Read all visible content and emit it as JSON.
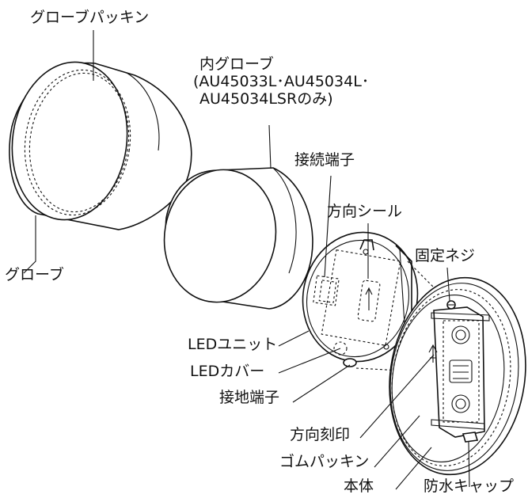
{
  "labels": {
    "glove_packing": "グローブパッキン",
    "inner_globe_title": "内グローブ",
    "inner_globe_note_1": "(AU45033L･AU45034L･",
    "inner_globe_note_2": "AU45034LSRのみ)",
    "connection_terminal": "接続端子",
    "direction_seal": "方向シール",
    "fixing_screw": "固定ネジ",
    "globe": "グローブ",
    "led_unit": "LEDユニット",
    "led_cover": "LEDカバー",
    "ground_terminal": "接地端子",
    "direction_mark": "方向刻印",
    "rubber_packing": "ゴムパッキン",
    "main_body": "本体",
    "waterproof_cap": "防水キャップ"
  },
  "colors": {
    "line": "#111111",
    "background": "#ffffff"
  }
}
